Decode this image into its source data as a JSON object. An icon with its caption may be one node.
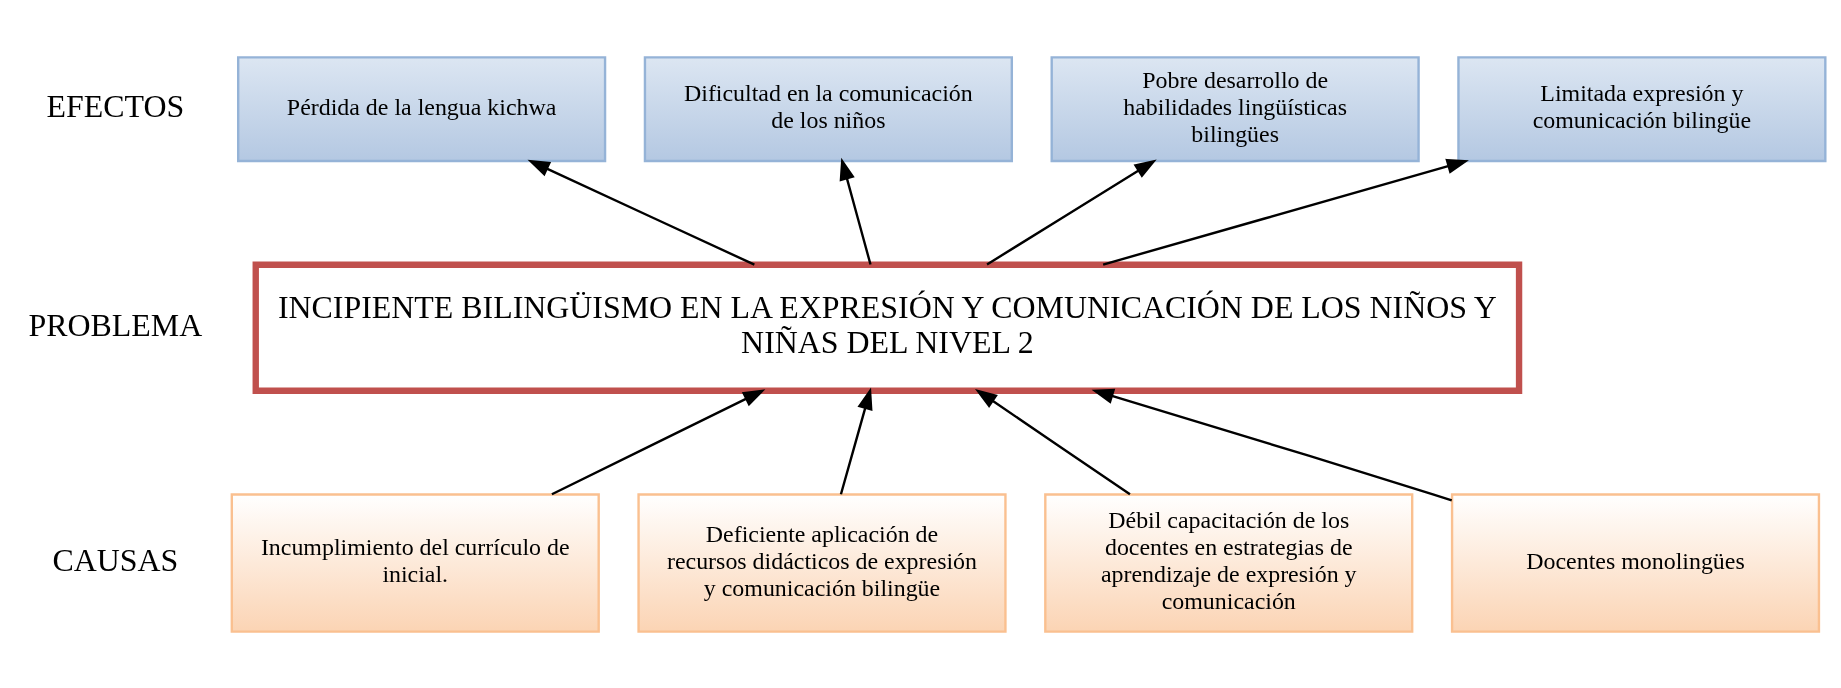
{
  "diagram": {
    "nodes": [
      {
        "text": [
          "Pérdida de la lengua kichwa"
        ]
      },
      {
        "text": [
          "Dificultad en la comunicación de los niños"
        ]
      },
      {
        "text": [
          "Pobre desarrollo de habilidades lingüísticas bilingües"
        ]
      },
      {
        "text": [
          "Limitada expresión y comunicación bilingüe"
        ]
      },
      {
        "text": [
          "INCIPIENTE BILINGÜISMO EN LA EXPRESIÓN Y COMUNICACIÓN DE LOS NIÑOS Y NIÑAS DEL NIVEL 2"
        ]
      },
      {
        "text": [
          "Incumplimiento del currículo de inicial."
        ]
      },
      {
        "text": [
          "Deficiente aplicación de recursos didácticos de expresión y comunicación bilingüe"
        ]
      },
      {
        "text": [
          "Débil capacitación de los docentes en estrategias de aprendizaje de expresión y comunicación"
        ]
      },
      {
        "text": [
          "Docentes monolingües"
        ]
      }
    ],
    "edges": [
      {
        "from": 4,
        "to": 0,
        "arrow": "to"
      },
      {
        "from": 4,
        "to": 1,
        "arrow": "to"
      },
      {
        "from": 4,
        "to": 2,
        "arrow": "to"
      },
      {
        "from": 4,
        "to": 3,
        "arrow": "to"
      },
      {
        "from": 5,
        "to": 4,
        "arrow": "to"
      },
      {
        "from": 6,
        "to": 4,
        "arrow": "to"
      },
      {
        "from": 7,
        "to": 4,
        "arrow": "to"
      },
      {
        "from": 8,
        "to": 4,
        "arrow": "to"
      }
    ],
    "labels": [
      "EFECTOS",
      "PROBLEMA",
      "CAUSAS"
    ]
  }
}
